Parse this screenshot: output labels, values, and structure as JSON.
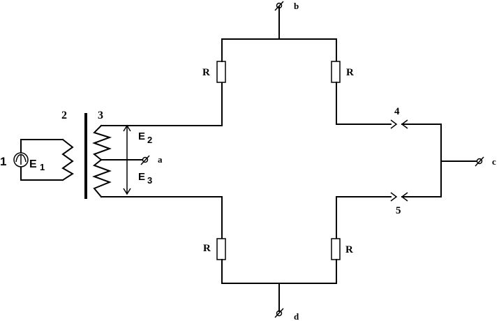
{
  "labels": {
    "source_number": "1",
    "source_emf": "E",
    "source_emf_sub": "1",
    "core_number": "2",
    "winding_number": "3",
    "emf_upper": "E",
    "emf_upper_sub": "2",
    "emf_lower": "E",
    "emf_lower_sub": "3",
    "terminal_a": "a",
    "terminal_b": "b",
    "terminal_c": "c",
    "terminal_d": "d",
    "contact_4": "4",
    "contact_5": "5",
    "resistor_top_left": "R",
    "resistor_top_right": "R",
    "resistor_bottom_left": "R",
    "resistor_bottom_right": "R"
  }
}
